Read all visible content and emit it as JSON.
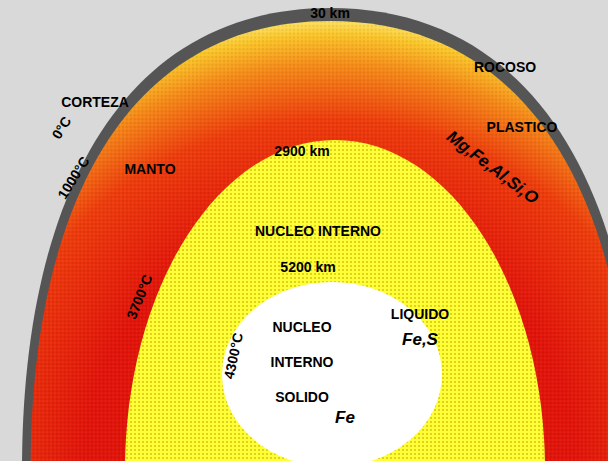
{
  "diagram": {
    "nodes": [
      {
        "text": [
          "NUCLEO INTERNO",
          "5200 km",
          "LIQUIDO",
          "Fe,S"
        ]
      },
      {
        "text": [
          "NUCLEO INTERNO SOLIDO",
          "Fe"
        ],
        "in": 0
      }
    ],
    "labels": [
      "30 km",
      "CORTEZA",
      "ROCOSO",
      "0°C",
      "MANTO",
      "Mg,Fe,Al,Si,O",
      "PLASTICO",
      "1000°C",
      "2900 km",
      "3700°C",
      "4300°C"
    ]
  }
}
